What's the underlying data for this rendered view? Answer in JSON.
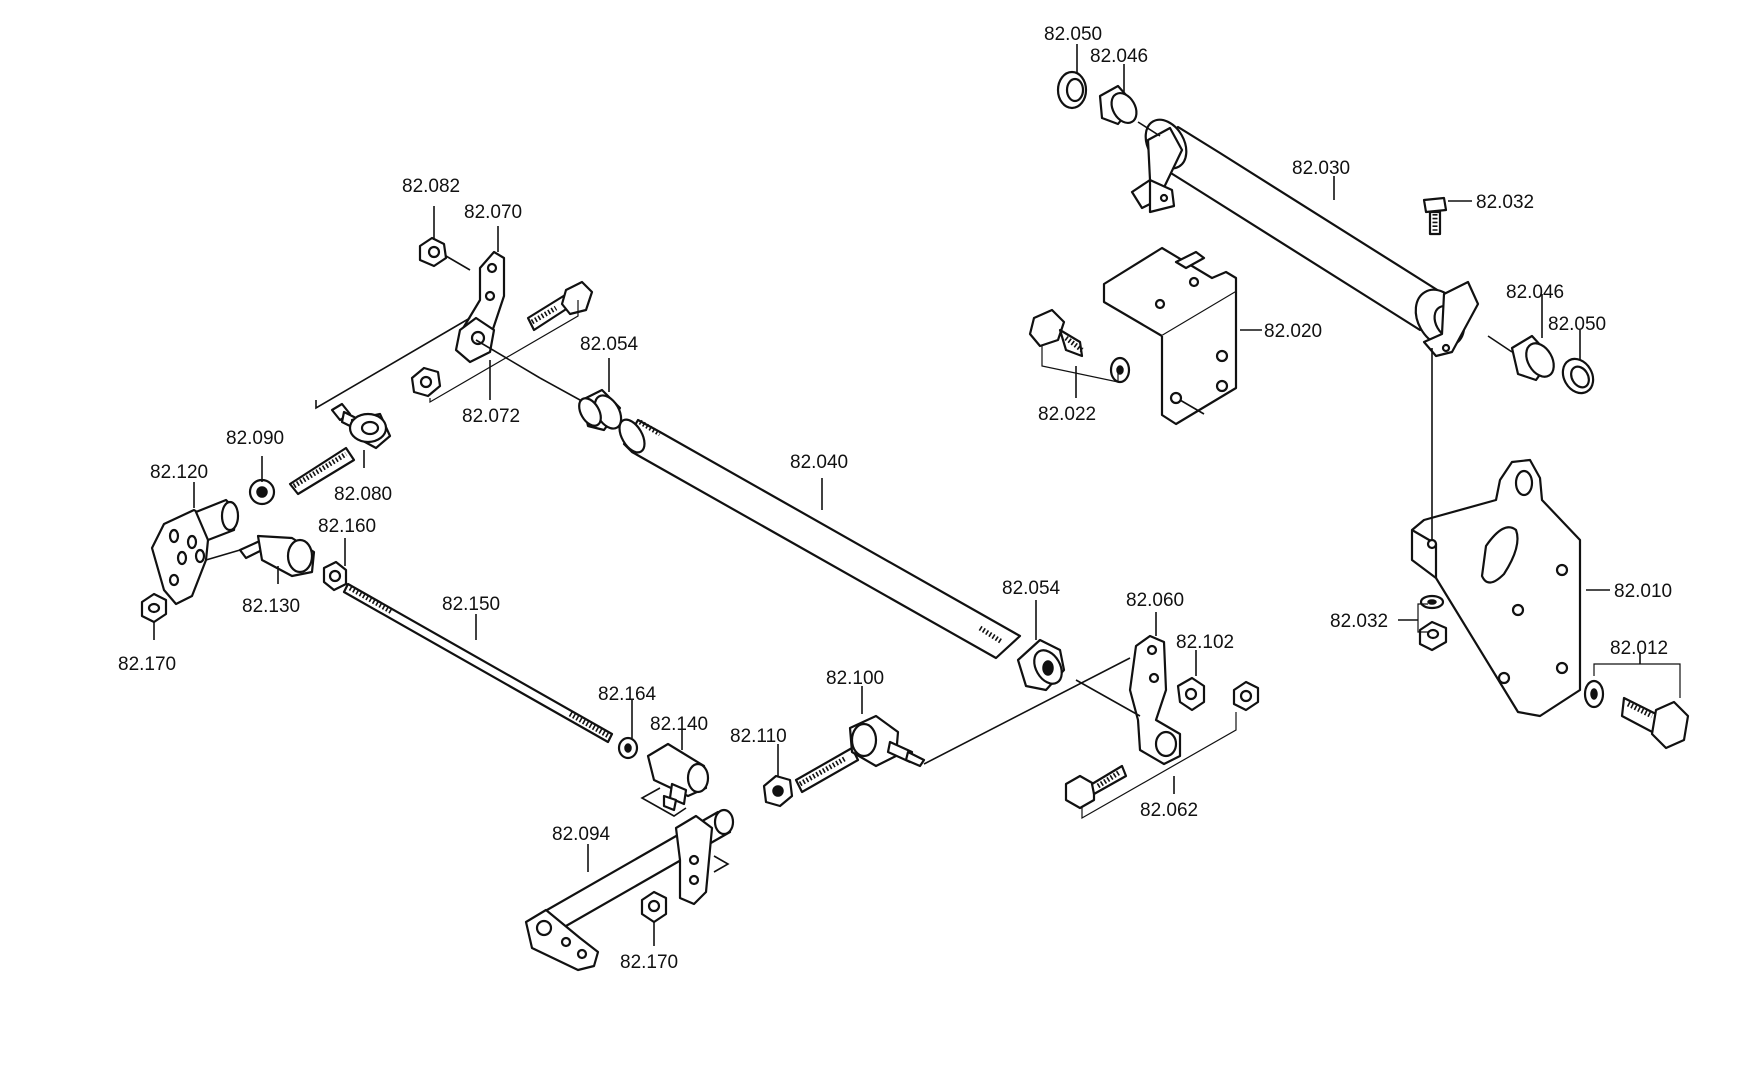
{
  "labels": {
    "p82_050_a": "82.050",
    "p82_046_a": "82.046",
    "p82_030": "82.030",
    "p82_032_a": "82.032",
    "p82_046_b": "82.046",
    "p82_050_b": "82.050",
    "p82_020": "82.020",
    "p82_022": "82.022",
    "p82_010": "82.010",
    "p82_032_b": "82.032",
    "p82_012": "82.012",
    "p82_082": "82.082",
    "p82_070": "82.070",
    "p82_072": "82.072",
    "p82_054_a": "82.054",
    "p82_040": "82.040",
    "p82_054_b": "82.054",
    "p82_090": "82.090",
    "p82_080": "82.080",
    "p82_120": "82.120",
    "p82_160": "82.160",
    "p82_130": "82.130",
    "p82_170_a": "82.170",
    "p82_150": "82.150",
    "p82_164": "82.164",
    "p82_140": "82.140",
    "p82_110": "82.110",
    "p82_100": "82.100",
    "p82_060": "82.060",
    "p82_102": "82.102",
    "p82_062": "82.062",
    "p82_094": "82.094",
    "p82_170_b": "82.170"
  }
}
